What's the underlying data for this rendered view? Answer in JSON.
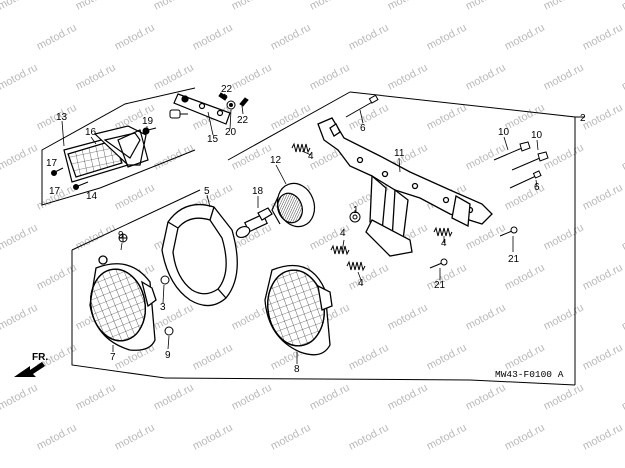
{
  "watermark": "motod.ru",
  "diagram_code": "MW43-F0100 A",
  "direction_label": "FR.",
  "part_numbers": [
    "1",
    "2",
    "3",
    "4",
    "5",
    "6",
    "7",
    "8",
    "9",
    "10",
    "11",
    "12",
    "13",
    "14",
    "15",
    "16",
    "17",
    "18",
    "19",
    "20",
    "21",
    "22"
  ]
}
